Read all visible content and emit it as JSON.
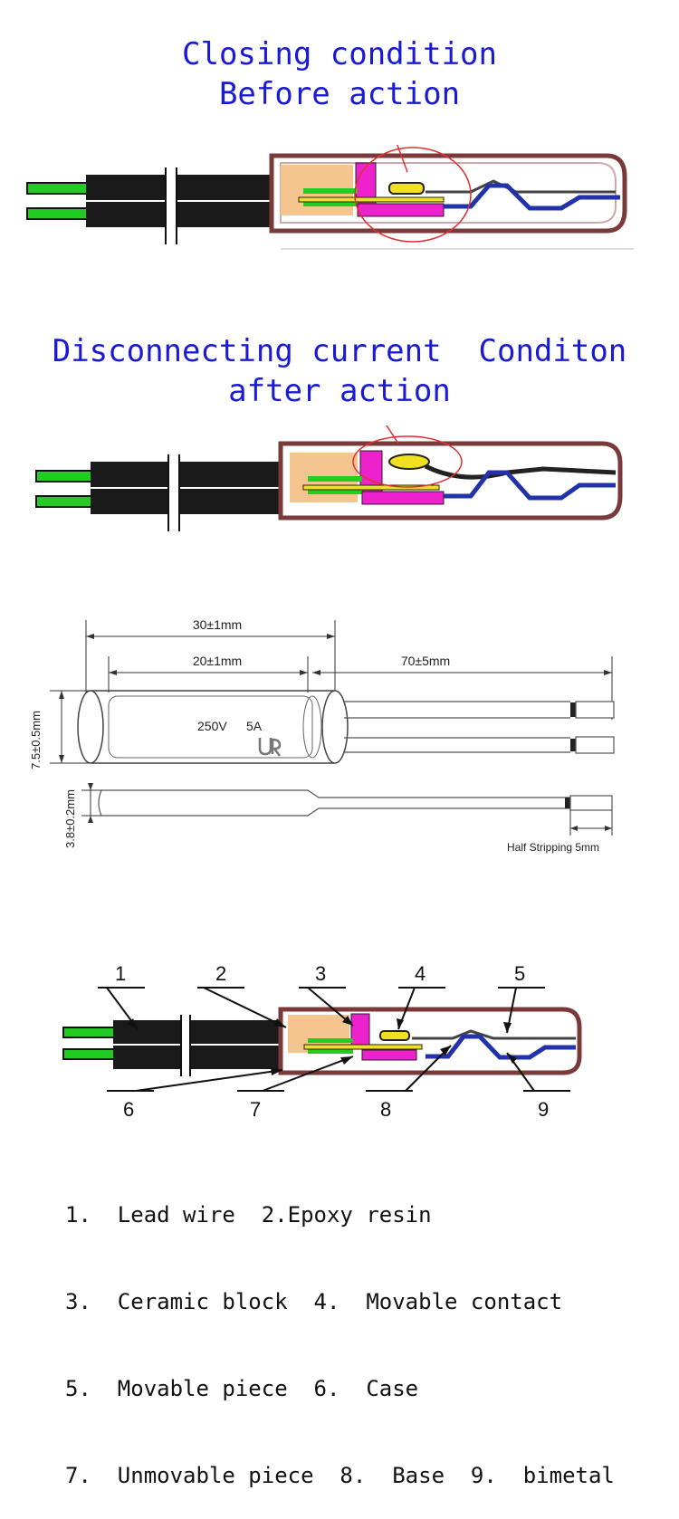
{
  "section_closing": {
    "line1": "Closing condition",
    "line2": "Before action"
  },
  "section_disconnecting": {
    "line1": "Disconnecting current  Conditon",
    "line2": "after action"
  },
  "dimensions": {
    "overall_length": "30±1mm",
    "body_length": "20±1mm",
    "lead_length": "70±5mm",
    "diameter": "7.5±0.5mm",
    "lead_diameter": "3.8±0.2mm",
    "rating_voltage": "250V",
    "rating_current": "5A",
    "stripping": "Half Stripping 5mm"
  },
  "parts_diagram": {
    "callouts": [
      "1",
      "2",
      "3",
      "4",
      "5",
      "6",
      "7",
      "8",
      "9"
    ]
  },
  "legend": {
    "row1": "1.  Lead wire  2.Epoxy resin",
    "row2": "3.  Ceramic block  4.  Movable contact",
    "row3": "5.  Movable piece  6.  Case",
    "row4": "7.  Unmovable piece  8.  Base  9.  bimetal"
  },
  "colors": {
    "title": "#1a1ad6",
    "lead_green": "#22cc22",
    "epoxy": "#f5c590",
    "ceramic": "#ee22cc",
    "case": "#7a3a3a",
    "movable": "#2233aa",
    "contact": "#f0e020",
    "arrow": "#e03030"
  }
}
